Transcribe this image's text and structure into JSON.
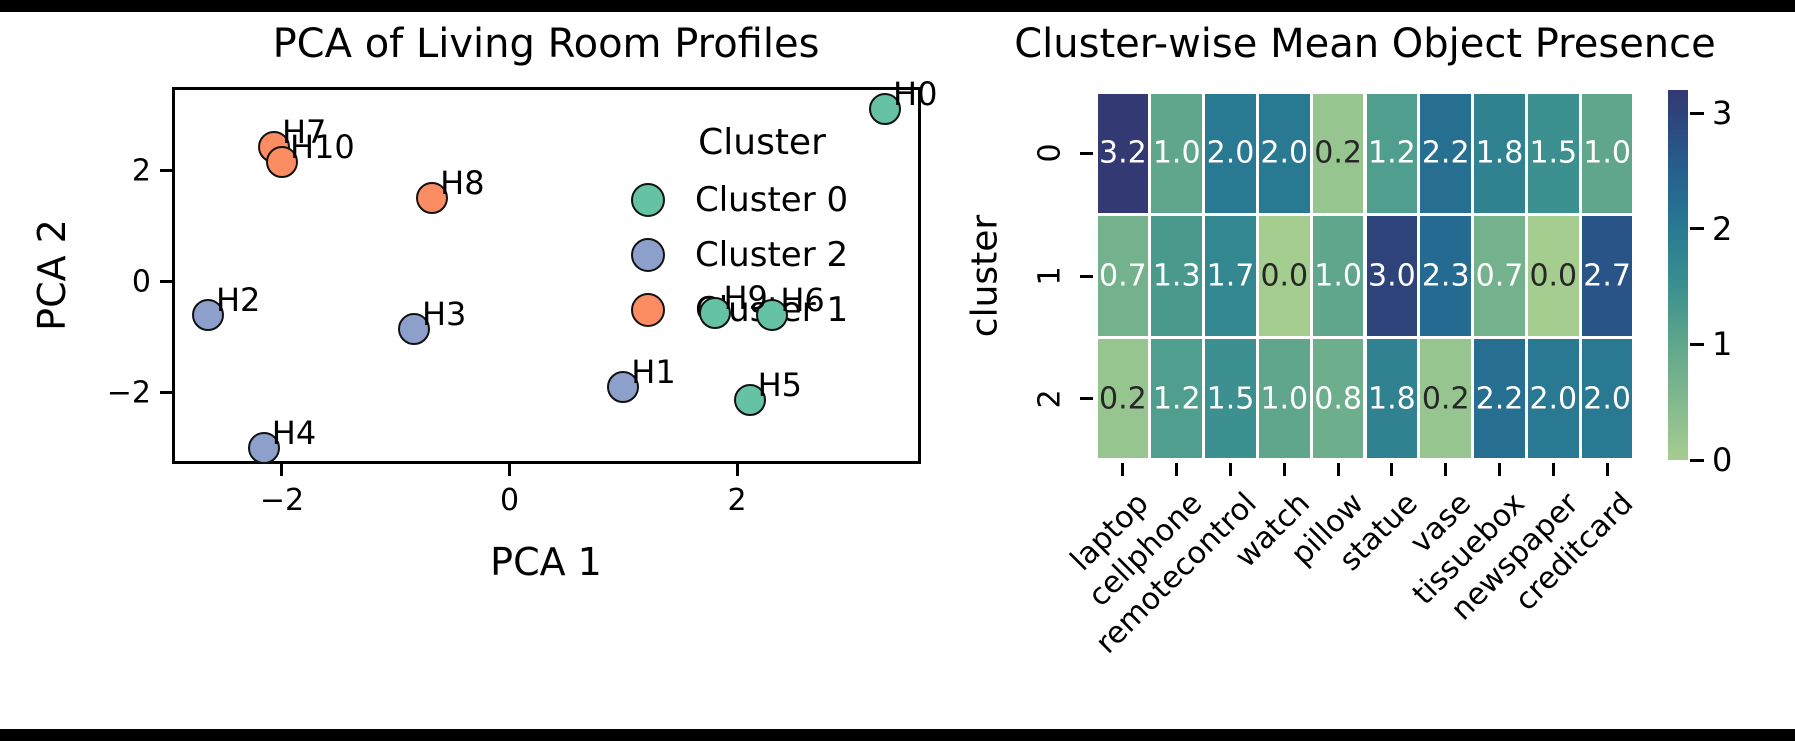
{
  "figure": {
    "background": "#ffffff",
    "frame_color": "#000000",
    "text_color": "#000000"
  },
  "chart_data": [
    {
      "type": "scatter",
      "title": "PCA of Living Room Profiles",
      "xlabel": "PCA 1",
      "ylabel": "PCA 2",
      "xlim": [
        -2.94,
        3.59
      ],
      "ylim": [
        -3.23,
        3.46
      ],
      "grid": false,
      "xticks": [
        {
          "v": -2,
          "label": "−2"
        },
        {
          "v": 0,
          "label": "0"
        },
        {
          "v": 2,
          "label": "2"
        }
      ],
      "yticks": [
        {
          "v": 2,
          "label": "2"
        },
        {
          "v": 0,
          "label": "0"
        },
        {
          "v": -2,
          "label": "−2"
        }
      ],
      "legend": {
        "title": "Cluster",
        "position": "upper-right-inside",
        "items": [
          {
            "label": "Cluster 0",
            "color": "#66C2A5"
          },
          {
            "label": "Cluster 2",
            "color": "#8DA0CB"
          },
          {
            "label": "Cluster 1",
            "color": "#FC8D62"
          }
        ]
      },
      "marker_edge_color": "#111111",
      "series": [
        {
          "name": "Cluster 0",
          "color": "#66C2A5",
          "points": [
            {
              "label": "H0",
              "x": 3.3,
              "y": 3.12
            },
            {
              "label": "H5",
              "x": 2.11,
              "y": -2.13
            },
            {
              "label": "H6",
              "x": 2.31,
              "y": -0.59
            },
            {
              "label": "H9",
              "x": 1.81,
              "y": -0.56
            }
          ]
        },
        {
          "name": "Cluster 2",
          "color": "#8DA0CB",
          "points": [
            {
              "label": "H1",
              "x": 1.0,
              "y": -1.89
            },
            {
              "label": "H2",
              "x": -2.65,
              "y": -0.59
            },
            {
              "label": "H3",
              "x": -0.84,
              "y": -0.85
            },
            {
              "label": "H4",
              "x": -2.16,
              "y": -2.99
            }
          ]
        },
        {
          "name": "Cluster 1",
          "color": "#FC8D62",
          "points": [
            {
              "label": "H7",
              "x": -2.07,
              "y": 2.43
            },
            {
              "label": "H8",
              "x": -0.68,
              "y": 1.51
            },
            {
              "label": "H10",
              "x": -2.0,
              "y": 2.16
            }
          ]
        }
      ]
    },
    {
      "type": "heatmap",
      "title": "Cluster-wise Mean Object Presence",
      "ylabel": "cluster",
      "rows": [
        "0",
        "1",
        "2"
      ],
      "columns": [
        "laptop",
        "cellphone",
        "remotecontrol",
        "watch",
        "pillow",
        "statue",
        "vase",
        "tissuebox",
        "newspaper",
        "creditcard"
      ],
      "values": [
        [
          3.2,
          1.0,
          2.0,
          2.0,
          0.2,
          1.2,
          2.2,
          1.8,
          1.5,
          1.0
        ],
        [
          0.7,
          1.3,
          1.7,
          0.0,
          1.0,
          3.0,
          2.3,
          0.7,
          0.0,
          2.7
        ],
        [
          0.2,
          1.2,
          1.5,
          1.0,
          0.8,
          1.8,
          0.2,
          2.2,
          2.0,
          2.0
        ]
      ],
      "vmin": 0,
      "vmax": 3.2,
      "colorbar_ticks": [
        0,
        1,
        2,
        3
      ],
      "colormap_name": "crest",
      "colormap_stops": [
        [
          0.0,
          "#A5CD90"
        ],
        [
          0.1,
          "#8FC08E"
        ],
        [
          0.2,
          "#78B48D"
        ],
        [
          0.3,
          "#62A88C"
        ],
        [
          0.4,
          "#4A9A8D"
        ],
        [
          0.5,
          "#368B90"
        ],
        [
          0.6,
          "#2C7D92"
        ],
        [
          0.7,
          "#256D91"
        ],
        [
          0.8,
          "#275C8D"
        ],
        [
          0.9,
          "#2C4981"
        ],
        [
          1.0,
          "#333972"
        ]
      ],
      "annot_color_light": "#ffffff",
      "annot_color_dark": "#262626"
    }
  ]
}
